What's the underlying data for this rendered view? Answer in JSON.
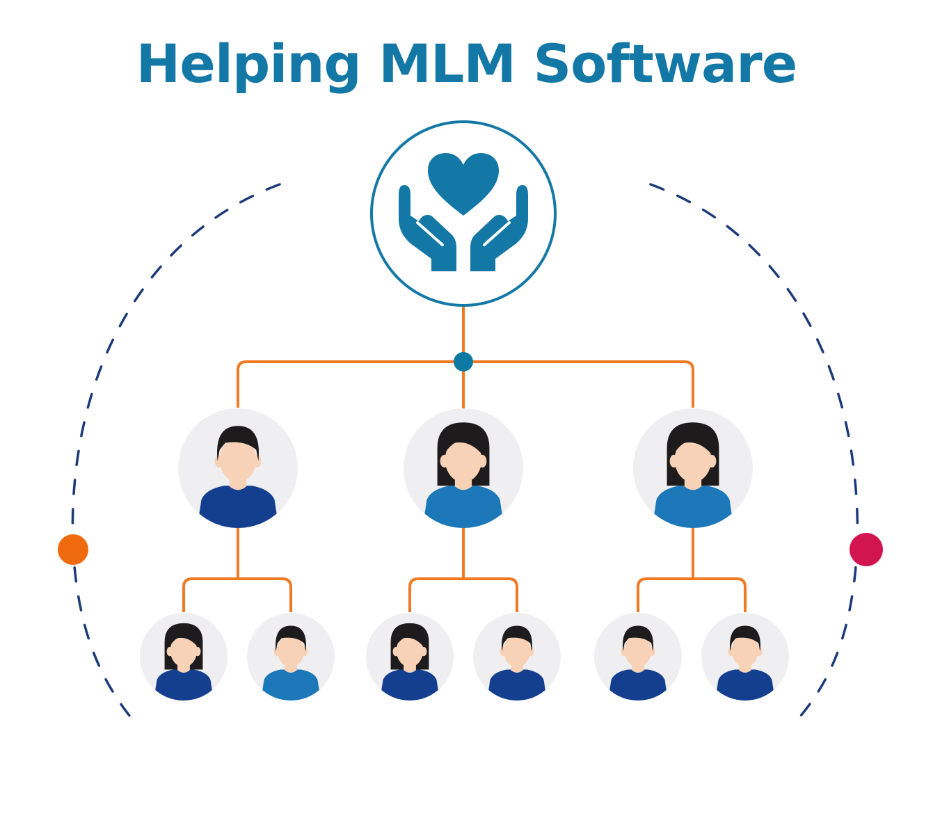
{
  "title": "Helping MLM Software",
  "colors": {
    "title": "#1478a6",
    "primary": "#1478a6",
    "connector": "#f07a24",
    "junction": "#0e7aa3",
    "dashed_arc": "#1c3a78",
    "left_dot": "#f06a10",
    "right_dot": "#d3154f",
    "avatar_bg": "#efeff1",
    "skin": "#f8d2b7",
    "hair": "#1d1b1c",
    "shirt_navy": "#143f8f",
    "shirt_blue": "#1c78b8"
  },
  "icons": {
    "top": "heart-hands-icon",
    "left_marker": "orange-dot",
    "right_marker": "red-dot"
  },
  "tree": {
    "root": "heart-hands-icon",
    "members": [
      {
        "gender": "male",
        "shirt": "shirt_navy",
        "children": [
          {
            "gender": "female",
            "shirt": "shirt_navy"
          },
          {
            "gender": "male",
            "shirt": "shirt_blue"
          }
        ]
      },
      {
        "gender": "female",
        "shirt": "shirt_blue",
        "children": [
          {
            "gender": "female",
            "shirt": "shirt_navy"
          },
          {
            "gender": "male",
            "shirt": "shirt_navy"
          }
        ]
      },
      {
        "gender": "female",
        "shirt": "shirt_blue",
        "children": [
          {
            "gender": "male",
            "shirt": "shirt_navy"
          },
          {
            "gender": "male",
            "shirt": "shirt_navy"
          }
        ]
      }
    ]
  }
}
